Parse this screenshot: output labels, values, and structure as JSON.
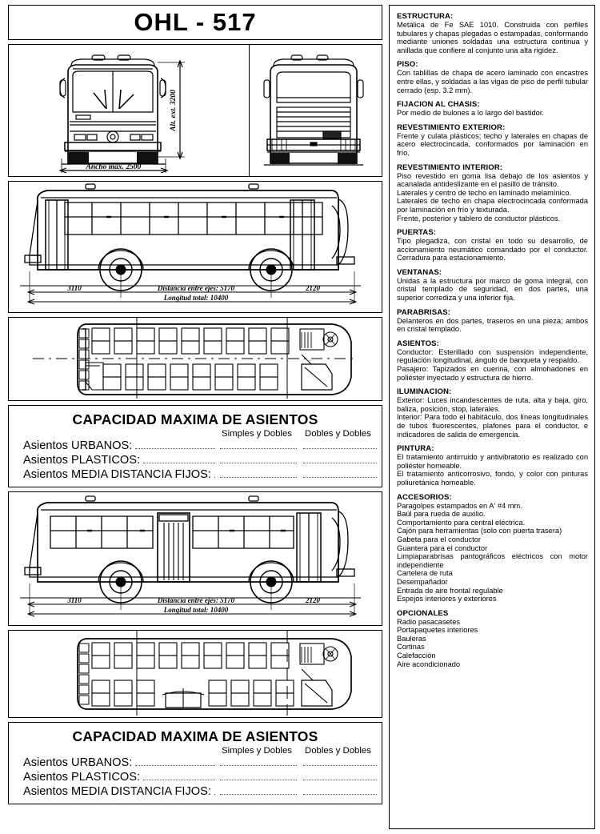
{
  "title": "OHL - 517",
  "drawings": {
    "front_view": {
      "name": "front-elevation",
      "height_label": "Alt. ext. 3200",
      "width_label": "Ancho max. 2500"
    },
    "rear_view": {
      "name": "rear-elevation"
    },
    "side_view_1": {
      "name": "side-elevation-front-door",
      "dim_front_overhang": "3110",
      "dim_wheelbase": "Distancia entre ejes: 5170",
      "dim_rear_overhang": "2120",
      "dim_total_length": "Longitud total: 10400"
    },
    "plan_view_1": {
      "name": "floor-plan-front-door"
    },
    "side_view_2": {
      "name": "side-elevation-center-door",
      "dim_front_overhang": "3110",
      "dim_wheelbase": "Distancia entre ejes: 5170",
      "dim_rear_overhang": "2120",
      "dim_total_length": "Longitud total: 10400"
    },
    "plan_view_2": {
      "name": "floor-plan-center-door"
    }
  },
  "capacity_table": {
    "title": "CAPACIDAD MAXIMA DE ASIENTOS",
    "columns": [
      "Simples y Dobles",
      "Dobles y Dobles"
    ],
    "rows": [
      "Asientos URBANOS:",
      "Asientos PLASTICOS:",
      "Asientos MEDIA DISTANCIA FIJOS:"
    ]
  },
  "specifications": [
    {
      "heading": "ESTRUCTURA:",
      "paragraphs": [
        "Metálica de Fe SAE 1010. Construida con perfiles tubulares y chapas plegadas o estampadas, conformando mediante uniones soldadas una estructura continua y anillada que confiere al conjunto una alta rigidez."
      ]
    },
    {
      "heading": "PISO:",
      "paragraphs": [
        "Con tablillas de chapa de acero laminado con encastres entre ellas, y soldadas a las vigas de piso de perfil tubular cerrado (esp. 3.2 mm)."
      ]
    },
    {
      "heading": "FIJACION AL CHASIS:",
      "paragraphs": [
        "Por medio de bulones a lo largo del bastidor."
      ]
    },
    {
      "heading": "REVESTIMIENTO EXTERIOR:",
      "paragraphs": [
        "Frente y culata plásticos; techo y laterales en chapas de acero electrocincada, conformados por laminación en frío."
      ]
    },
    {
      "heading": "REVESTIMIENTO INTERIOR:",
      "paragraphs": [
        "Piso revestido en goma lisa debajo de los asientos y acanalada antideslizante en el pasillo de tránsito.",
        "Laterales y centro de techo en laminado melamínico.",
        "Laterales de techo en chapa electrocincada conformada por laminación en frío y texturada.",
        "Frente, posterior y tablero de conductor plásticos."
      ]
    },
    {
      "heading": "PUERTAS:",
      "paragraphs": [
        "Tipo plegadiza, con cristal en todo su desarrollo, de accionamiento neumático comandado por el conductor. Cerradura para estacionamiento."
      ]
    },
    {
      "heading": "VENTANAS:",
      "paragraphs": [
        "Unidas a la estructura por marco de goma integral, con cristal templado de seguridad, en dos partes, una superior corrediza y una inferior fija."
      ]
    },
    {
      "heading": "PARABRISAS:",
      "paragraphs": [
        "Delanteros en dos partes, traseros en una pieza; ambos en cristal templado."
      ]
    },
    {
      "heading": "ASIENTOS:",
      "paragraphs": [
        "Conductor: Esterillado con suspensión independiente, regulación longitudinal, ángulo de banqueta y respaldo.",
        "Pasajero: Tapizados en cuerina, con almohadones en poliéster inyectado y estructura de hierro."
      ]
    },
    {
      "heading": "ILUMINACION:",
      "paragraphs": [
        "Exterior: Luces incandescentes de ruta, alta y baja, giro, baliza, posición, stop, laterales.",
        "Interior: Para todo el habitáculo, dos líneas longitudinales de tubos fluorescentes, plafones para el conductor, e indicadores de salida de emergencia."
      ]
    },
    {
      "heading": "PINTURA:",
      "paragraphs": [
        "El tratamiento antirruido y antivibratorio es realizado con poliéster homeable.",
        "El tratamiento anticorrosivo, fondo, y color con pinturas poliuretánica homeable."
      ]
    },
    {
      "heading": "ACCESORIOS:",
      "paragraphs": [
        "Paragolpes estampados en A' #4 mm.",
        "Baúl para rueda de auxilio.",
        "Comportamiento para central eléctrica.",
        "Cajón para herramientas (solo con puerta trasera)",
        "Gabeta para el conductor",
        "Guantera para el conductor",
        "Limpiaparabrisas pantográficos eléctricos con motor independiente",
        "Cartelera de ruta",
        "Desempañador",
        "Entrada de aire frontal regulable",
        "Espejos interiores y exteriores"
      ]
    },
    {
      "heading": "OPCIONALES",
      "paragraphs": [
        "Radio pasacasetes",
        "Portapaquetes interiores",
        "Bauleras",
        "Cortinas",
        "Calefacción",
        "Aire acondicionado"
      ]
    }
  ]
}
